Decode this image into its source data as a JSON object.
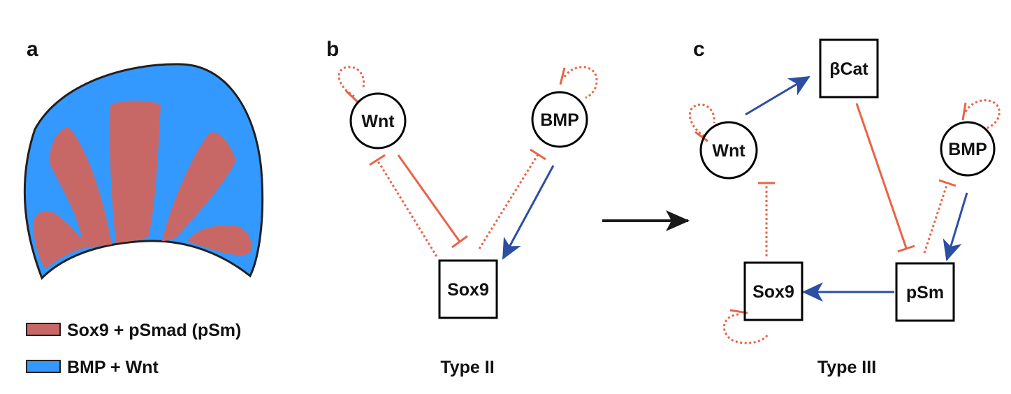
{
  "panels": {
    "a": {
      "letter": "a",
      "legend": [
        {
          "label": "Sox9 + pSmad (pSm)",
          "color": "#c86866"
        },
        {
          "label": "BMP + Wnt",
          "color": "#3399ff"
        }
      ]
    },
    "b": {
      "letter": "b",
      "nodes": {
        "wnt": "Wnt",
        "bmp": "BMP",
        "sox9": "Sox9"
      },
      "type_label": "Type II"
    },
    "c": {
      "letter": "c",
      "nodes": {
        "bcat": "βCat",
        "wnt": "Wnt",
        "bmp": "BMP",
        "sox9": "Sox9",
        "psm": "pSm"
      },
      "type_label": "Type III"
    }
  },
  "colors": {
    "activation": "#2c4ea3",
    "inhibition": "#e96346",
    "sox9_region": "#c86866",
    "bmp_region": "#3399ff",
    "transition_arrow": "#1a1a1a"
  }
}
